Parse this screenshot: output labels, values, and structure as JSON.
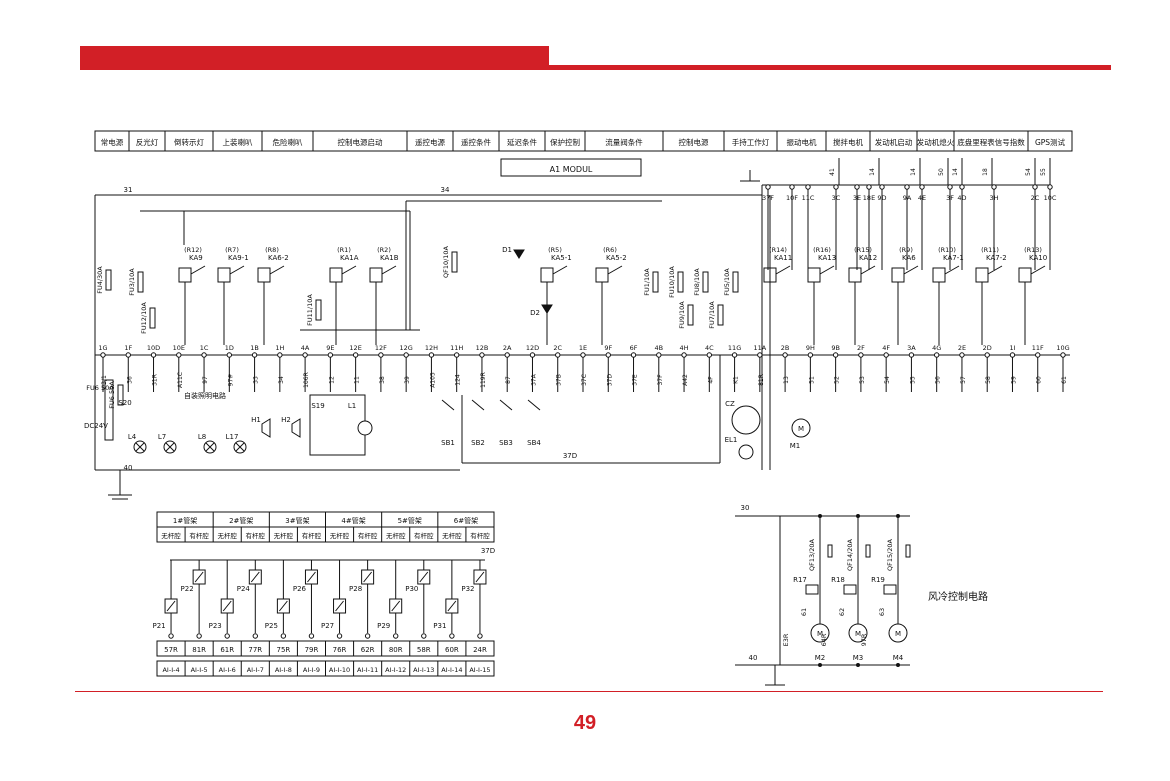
{
  "header_labels": [
    "常电源",
    "反光灯",
    "倒转示灯",
    "上装喇叭",
    "危险喇叭",
    "控制电源启动",
    "遥控电源",
    "遥控条件",
    "延迟条件",
    "保护控制",
    "流量阀条件",
    "控制电源",
    "手持工作灯",
    "振动电机",
    "搅拌电机",
    "发动机启动",
    "发动机熄火",
    "底盘里程表信号指数",
    "GPS测试"
  ],
  "module_label": "A1 MODUL",
  "top_terminals": [
    "37F",
    "10F",
    "11C",
    "3C",
    "3E",
    "18E",
    "9D",
    "9A",
    "4E",
    "3F",
    "4D",
    "3H",
    "2C",
    "10C"
  ],
  "relays": [
    "KA9",
    "KA9-1",
    "KA6-2",
    "KA1A",
    "KA1B",
    "KA5-1",
    "KA5-2",
    "KA11",
    "KA13",
    "KA12",
    "KA6",
    "KA7-1",
    "KA7-2",
    "KA10"
  ],
  "relay_refs": [
    "(R12)",
    "(R7)",
    "(R8)",
    "(R1)",
    "(R2)",
    "(R5)",
    "(R6)",
    "(R14)",
    "(R16)",
    "(R15)",
    "(R9)",
    "(R10)",
    "(R11)",
    "(R13)"
  ],
  "bottom_terminals": [
    "1G",
    "1F",
    "10D",
    "10E",
    "1C",
    "1D",
    "1B",
    "1H",
    "4A",
    "9E",
    "12E",
    "12F",
    "12G",
    "12H",
    "11H",
    "12B",
    "2A",
    "12D",
    "2C",
    "1E",
    "9F",
    "6F",
    "4B",
    "4H",
    "4C",
    "11G",
    "11A",
    "2B",
    "9H",
    "9B",
    "2F",
    "4F",
    "3A",
    "4G",
    "2E",
    "2D",
    "1I",
    "11F",
    "10G"
  ],
  "fuses": [
    "FU4/30A",
    "FU3/10A",
    "FU12/10A",
    "FU11/10A",
    "QF10/10A",
    "FU1/10A",
    "FU10/10A",
    "FU9/10A",
    "FU8/10A",
    "FU7/10A",
    "FU5/10A",
    "FU6 50A"
  ],
  "misc_labels": {
    "dc_supply": "DC24V",
    "gnd_wire": "40",
    "power_31": "31",
    "power_34": "34",
    "mini_note": "自装照明电路",
    "switch_sb": [
      "SB1",
      "SB2",
      "SB3",
      "SB4"
    ],
    "wire_37d": "37D",
    "motor_m1": "M1",
    "lamp_el1": "EL1",
    "lamp_l1": "L1",
    "switch_s19": "S19",
    "horn_h1": "H1",
    "horn_h2": "H2",
    "lamps": [
      "L4",
      "L7",
      "L8",
      "L17"
    ],
    "switch_s20": "S20",
    "diode_d1": "D1",
    "diode_d2": "D2",
    "wire_30": "30",
    "wire_40b": "40",
    "cz": "CZ"
  },
  "valve_table": {
    "headers": [
      "1#管架",
      "2#管架",
      "3#管架",
      "4#管架",
      "5#管架",
      "6#管架"
    ],
    "sub": [
      "无杆腔",
      "有杆腔"
    ],
    "valves": [
      "P21",
      "P22",
      "P23",
      "P24",
      "P25",
      "P26",
      "P27",
      "P28",
      "P29",
      "P30",
      "P31",
      "P32"
    ],
    "wires": [
      "57R",
      "81R",
      "61R",
      "77R",
      "75R",
      "79R",
      "76R",
      "62R",
      "80R",
      "58R",
      "60R",
      "24R"
    ],
    "addresses": [
      "AI-I-4",
      "AI-I-5",
      "AI-I-6",
      "AI-I-7",
      "AI-I-8",
      "AI-I-9",
      "AI-I-10",
      "AI-I-11",
      "AI-I-12",
      "AI-I-13",
      "AI-I-14",
      "AI-I-15"
    ],
    "wire_37d": "37D"
  },
  "fan_circuit": {
    "title": "风冷控制电路",
    "relays": [
      "R17",
      "R18",
      "R19"
    ],
    "breakers": [
      "QF13/20A",
      "QF14/20A",
      "QF15/20A"
    ],
    "motors": [
      "M2",
      "M3",
      "M4"
    ],
    "wires": [
      "E3R",
      "64R",
      "97R"
    ],
    "nodes": [
      "61",
      "62",
      "63"
    ]
  },
  "page_number": "49",
  "colors": {
    "accent": "#d21f26",
    "line": "#111111"
  }
}
